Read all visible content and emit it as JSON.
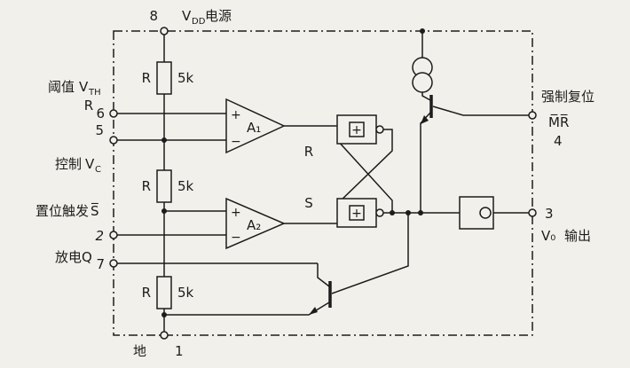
{
  "colors": {
    "ink": "#1c1c1c",
    "paper": "#f2f0ea"
  },
  "pins": {
    "p8": {
      "num": "8",
      "v": "V",
      "sub": "DD",
      "rest": "电源"
    },
    "p6": {
      "label": "阈值",
      "v": "V",
      "sub": "TH",
      "r": "R",
      "num": "6"
    },
    "p5": {
      "num": "5",
      "label": "控制",
      "v": "V",
      "sub": "C"
    },
    "p2": {
      "label": "置位触发",
      "s": "S̅",
      "num": "2"
    },
    "p7": {
      "label": "放电Q",
      "num": "7"
    },
    "p1": {
      "label": "地",
      "num": "1"
    },
    "p4": {
      "label": "强制复位",
      "mr": "M̅R̅",
      "num": "4"
    },
    "p3": {
      "num": "3",
      "v": "V₀",
      "label": "输出"
    }
  },
  "resistors": {
    "r1": {
      "name": "R",
      "value": "5k"
    },
    "r2": {
      "name": "R",
      "value": "5k"
    },
    "r3": {
      "name": "R",
      "value": "5k"
    }
  },
  "comparators": {
    "a1": "A₁",
    "a2": "A₂",
    "plus": "+",
    "minus": "−"
  },
  "latch": {
    "r": "R",
    "s": "S",
    "gate_plus": "+"
  }
}
